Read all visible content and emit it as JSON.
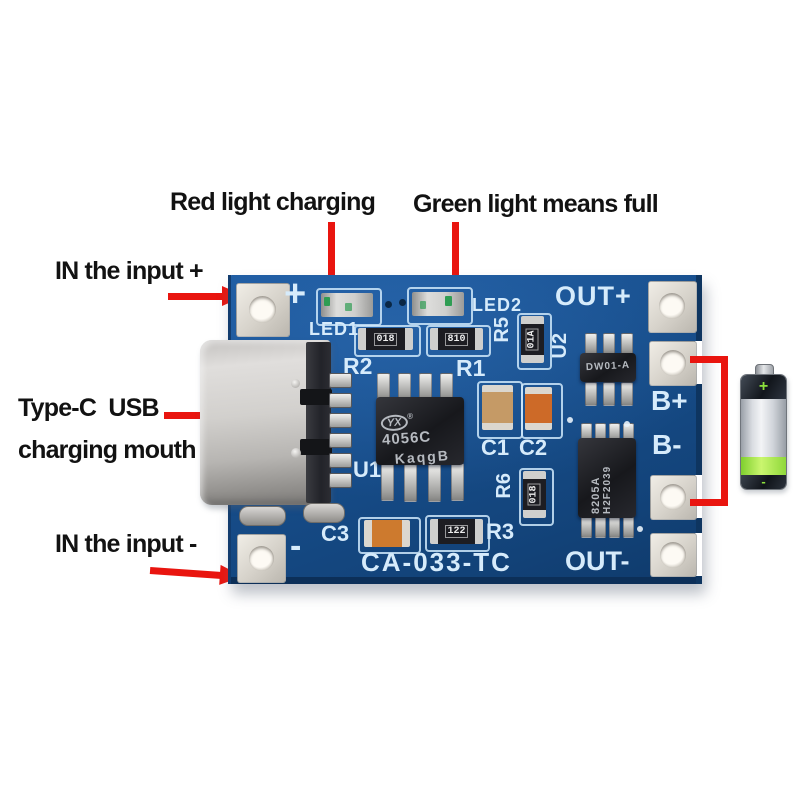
{
  "annotations": {
    "red_light": "Red light charging",
    "green_light": "Green light means full",
    "input_plus": "IN the input +",
    "typec_line1": "Type-C  USB",
    "typec_line2": "charging mouth",
    "input_minus": "IN the input -"
  },
  "board": {
    "silkscreen": {
      "plus": "+",
      "out_plus": "OUT+",
      "led1": "LED1",
      "led2": "LED2",
      "r2": "R2",
      "r1": "R1",
      "r5": "R5",
      "u2": "U2",
      "c1": "C1",
      "c2": "C2",
      "r6": "R6",
      "u1": "U1",
      "b_plus": "B+",
      "b_minus": "B-",
      "c3": "C3",
      "r3": "R3",
      "minus": "-",
      "model": "CA-033-TC",
      "out_minus": "OUT-"
    },
    "chips": {
      "u1": {
        "logo": "YX",
        "reg": "®",
        "line1": "4056C",
        "line2": "KaqgB"
      },
      "u2": {
        "line1": "DW01-A"
      },
      "u3": {
        "line1": "8205A",
        "line2": "H2F2039"
      }
    },
    "resistor_codes": {
      "r2": "018",
      "r1": "810",
      "r5": "01A",
      "r6": "018",
      "r3": "122"
    }
  },
  "battery": {
    "plus": "+",
    "minus": "-"
  },
  "colors": {
    "board_blue": "#174e8c",
    "silkscreen": "#d6ebfb",
    "annotation_red": "#e9150f",
    "pad_silver": "#d6d2ca",
    "battery_green": "#9fe63a"
  }
}
